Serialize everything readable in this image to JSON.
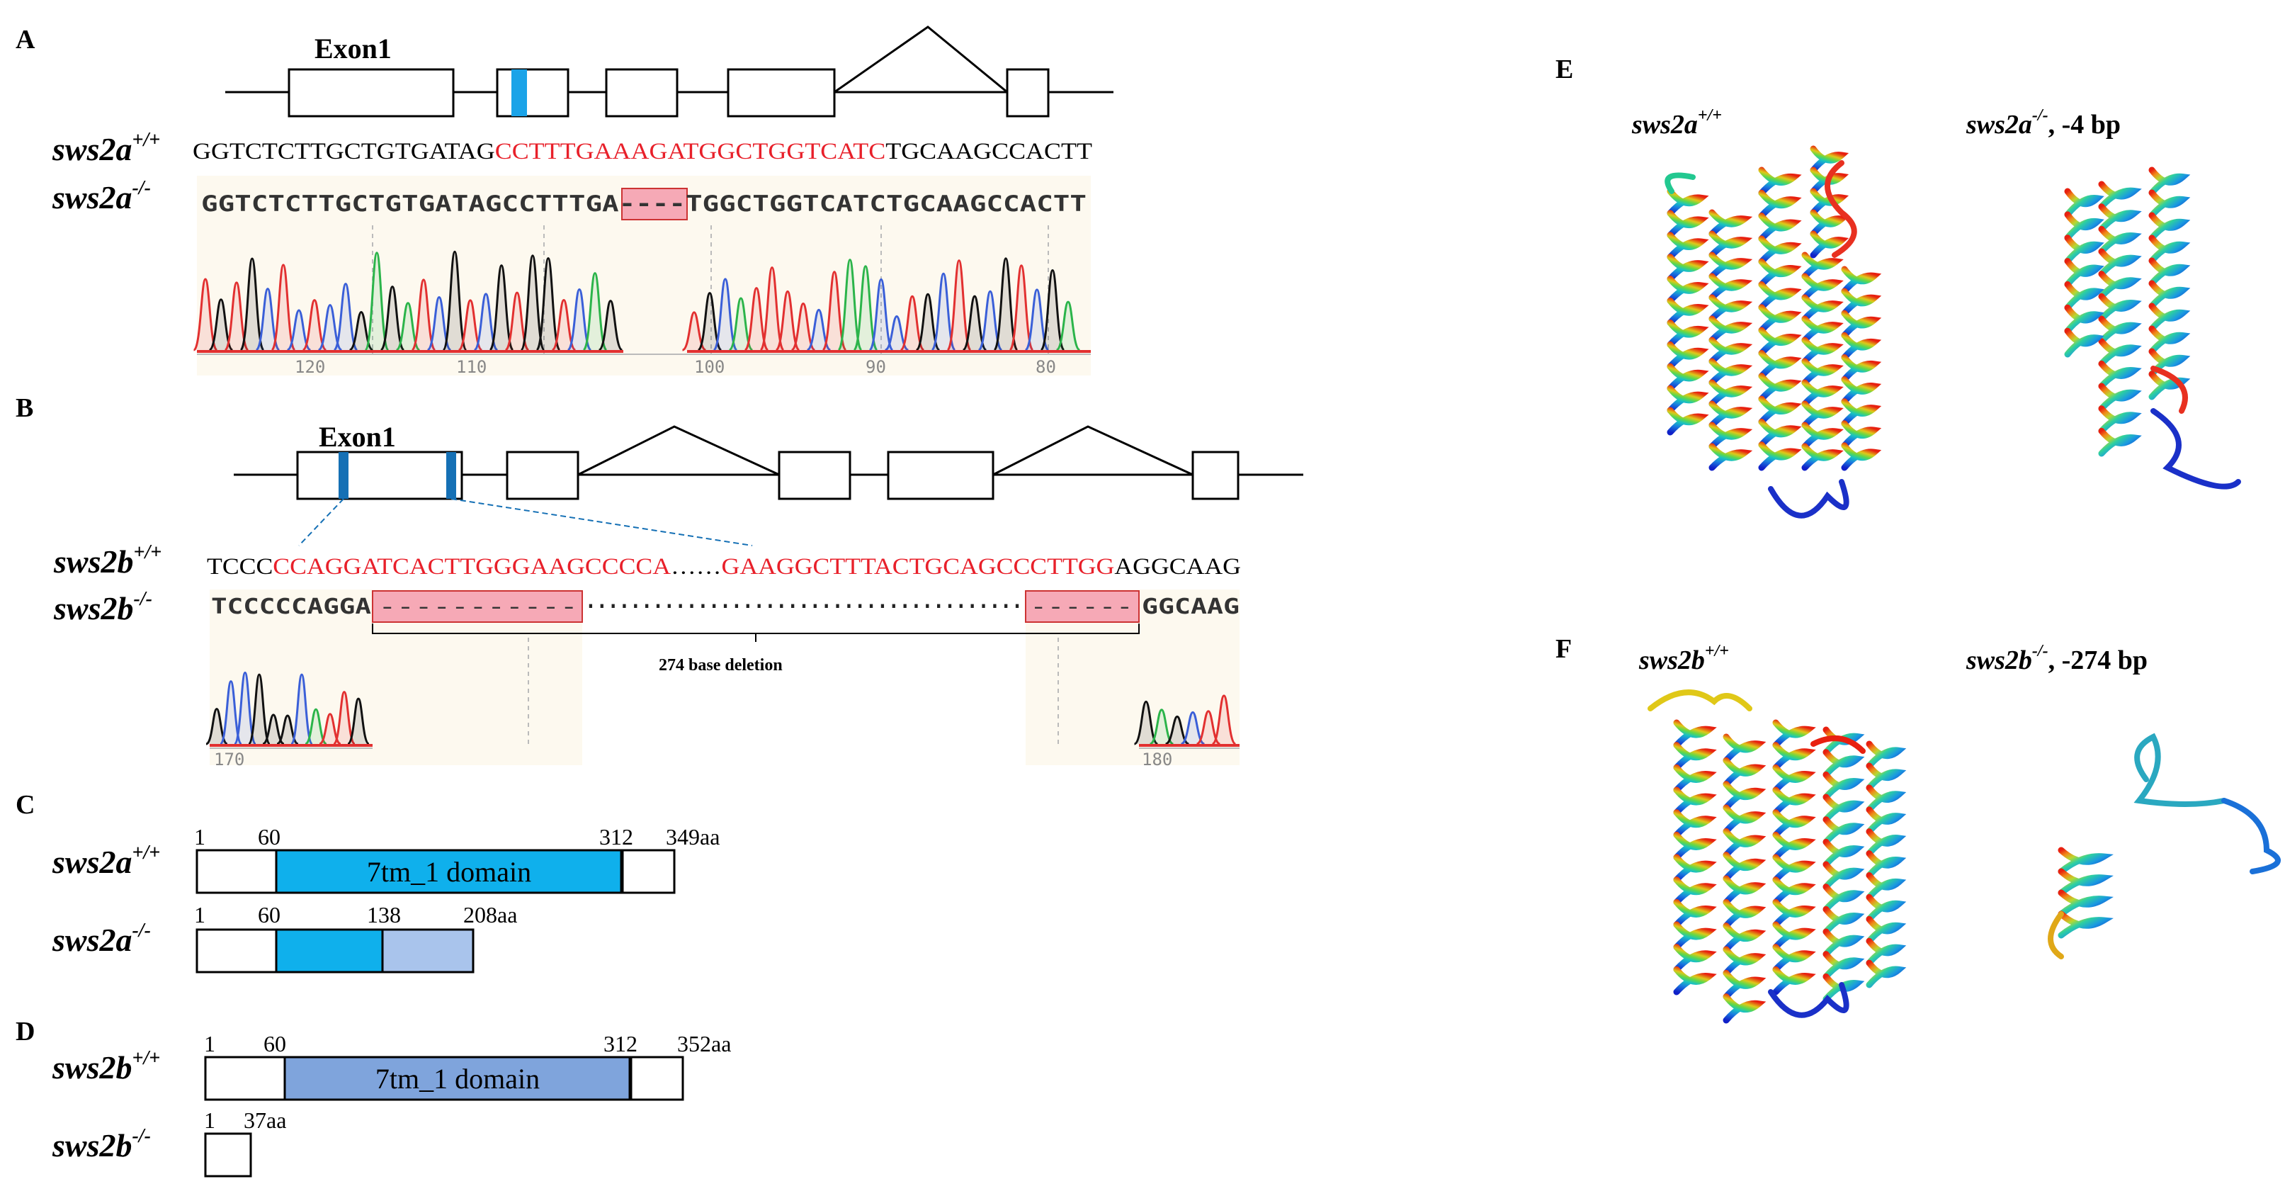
{
  "panel_labels": {
    "a": "A",
    "b": "B",
    "c": "C",
    "d": "D",
    "e": "E",
    "f": "F"
  },
  "panel_a": {
    "exon_label": "Exon1",
    "wt_gene": "sws2a",
    "wt_sup": "+/+",
    "wt_seq_black1": "GGTCTCTTGCTGTGATAG",
    "wt_seq_red": "CCTTTGAAAGATGGCTGGTCATC",
    "wt_seq_black2": "TGCAAGCCACTT",
    "ko_gene": "sws2a",
    "ko_sup": "-/-",
    "ko_seq_left": "GGTCTCTTGCTGTGATAGCCTTTGA",
    "ko_seq_del": "----",
    "ko_seq_right": "TGGCTGGTCATCTGCAAGCCACTT",
    "ticks": [
      "120",
      "110",
      "100",
      "90",
      "80"
    ]
  },
  "panel_b": {
    "exon_label": "Exon1",
    "wt_gene": "sws2b",
    "wt_sup": "+/+",
    "wt_seq_black1": "TCCC",
    "wt_seq_red1": "CCAGGATCACTTGGGAAGCCCCA",
    "wt_seq_dots": "……",
    "wt_seq_red2": "GAAGGCTTTACTGCAGCCCTTGG",
    "wt_seq_black2": "AGGCAAG",
    "ko_gene": "sws2b",
    "ko_sup": "-/-",
    "ko_seq_left": "TCCCCCAGGA",
    "ko_seq_del1": "-----------",
    "ko_seq_dots": "·······································",
    "ko_seq_del2": "------",
    "ko_seq_right": "GGCAAG",
    "deletion_label": "274 base deletion",
    "ticks": [
      "170",
      "180"
    ]
  },
  "panel_c": {
    "wt_gene": "sws2a",
    "wt_sup": "+/+",
    "ko_gene": "sws2a",
    "ko_sup": "-/-",
    "wt_numbers": [
      "1",
      "60",
      "312",
      "349aa"
    ],
    "ko_numbers": [
      "1",
      "60",
      "138",
      "208aa"
    ],
    "domain_label": "7tm_1 domain"
  },
  "panel_d": {
    "wt_gene": "sws2b",
    "wt_sup": "+/+",
    "ko_gene": "sws2b",
    "ko_sup": "-/-",
    "wt_numbers": [
      "1",
      "60",
      "312",
      "352aa"
    ],
    "ko_numbers": [
      "1",
      "37aa"
    ],
    "domain_label": "7tm_1 domain"
  },
  "panel_e": {
    "wt_gene": "sws2a",
    "wt_sup": "+/+",
    "ko_gene": "sws2a",
    "ko_sup": "-/-",
    "ko_suffix": ", -4 bp"
  },
  "panel_f": {
    "wt_gene": "sws2b",
    "wt_sup": "+/+",
    "ko_gene": "sws2b",
    "ko_sup": "-/-",
    "ko_suffix": ", -274 bp"
  },
  "colors": {
    "red_text": "#e8202a",
    "exon_marker_a": "#1aa3e8",
    "exon_marker_b": "#1570b5",
    "domain_a": "#0fb0ec",
    "domain_a_light": "#a9c4ec",
    "domain_b": "#7fa4dc",
    "deletion_box": "#f6a9b6",
    "chrom_bg": "#fdf9ef",
    "trace_black": "#111111",
    "trace_red": "#e23030",
    "trace_blue": "#3a5fd8",
    "trace_green": "#2bb44a"
  }
}
